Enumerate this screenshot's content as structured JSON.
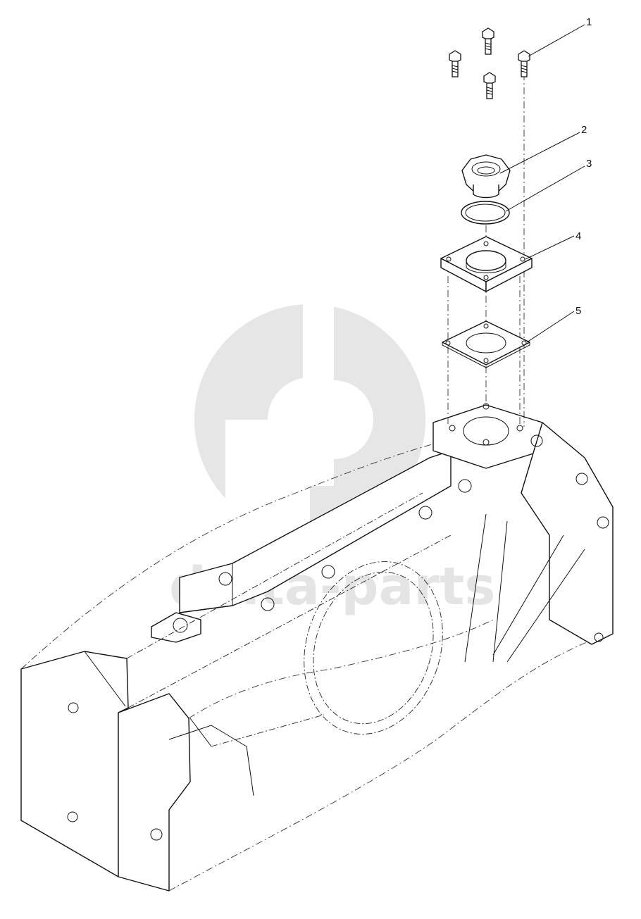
{
  "watermark": {
    "text": "delta-parts",
    "color": "#e4e4e4"
  },
  "callouts": [
    {
      "id": "1",
      "label": "1"
    },
    {
      "id": "2",
      "label": "2"
    },
    {
      "id": "3",
      "label": "3"
    },
    {
      "id": "4",
      "label": "4"
    },
    {
      "id": "5",
      "label": "5"
    }
  ],
  "colors": {
    "line": "#111111",
    "background": "#ffffff"
  }
}
